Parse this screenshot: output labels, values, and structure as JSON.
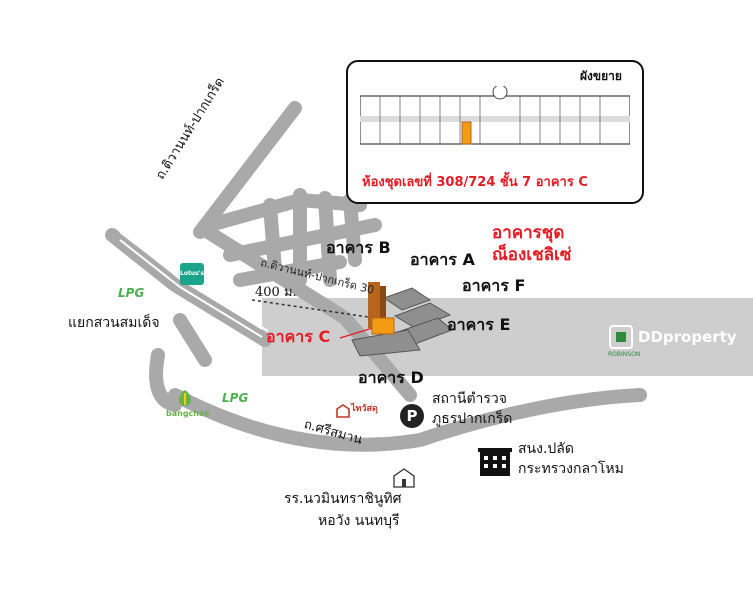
{
  "inset": {
    "title": "ผังขยาย",
    "caption": "ห้องชุดเลขที่ 308/724 ชั้น 7 อาคาร C"
  },
  "project": {
    "name_line1": "อาคารชุด",
    "name_line2": "ณ็องเชลิเซ่"
  },
  "buildings": {
    "a": "อาคาร A",
    "b": "อาคาร B",
    "c": "อาคาร C",
    "d": "อาคาร D",
    "e": "อาคาร E",
    "f": "อาคาร F"
  },
  "roads": {
    "tiwanon_pakkret": "ถ.ติวานนท์-ปากเกร็ด",
    "tiwanon_pakkret_soi": "ถ.ติวานนท์-ปากเกร็ด 30",
    "sri_samarn": "ถ.ศรีสมาน"
  },
  "distance": "400 ม.",
  "places": {
    "intersection": "แยกสวนสมเด็จ",
    "police_line1": "สถานีตำรวจ",
    "police_line2": "ภูธรปากเกร็ด",
    "office_line1": "สนง.ปลัด",
    "office_line2": "กระทรวงกลาโหม",
    "school_line1": "รร.นวมินทราชินูทิศ",
    "school_line2": "หอวัง นนทบุรี"
  },
  "logos": {
    "lpg": "LPG",
    "bangchak": "bangchak",
    "lotus": "Lotus's",
    "thaiwatsadu": "ไทวัสดุ",
    "parking": "P",
    "ddproperty": "DDproperty",
    "robinson": "ROBINSON"
  },
  "colors": {
    "road": "#a9a9a9",
    "accent_red": "#e51b24",
    "highlight_orange": "#f39c12",
    "lpg_green": "#4caf50",
    "lotus_green": "#1aa58a",
    "bangchak_green": "#6ab04c",
    "overlay_grey": "#bdbdbd",
    "dd_green": "#2e8b3e"
  }
}
